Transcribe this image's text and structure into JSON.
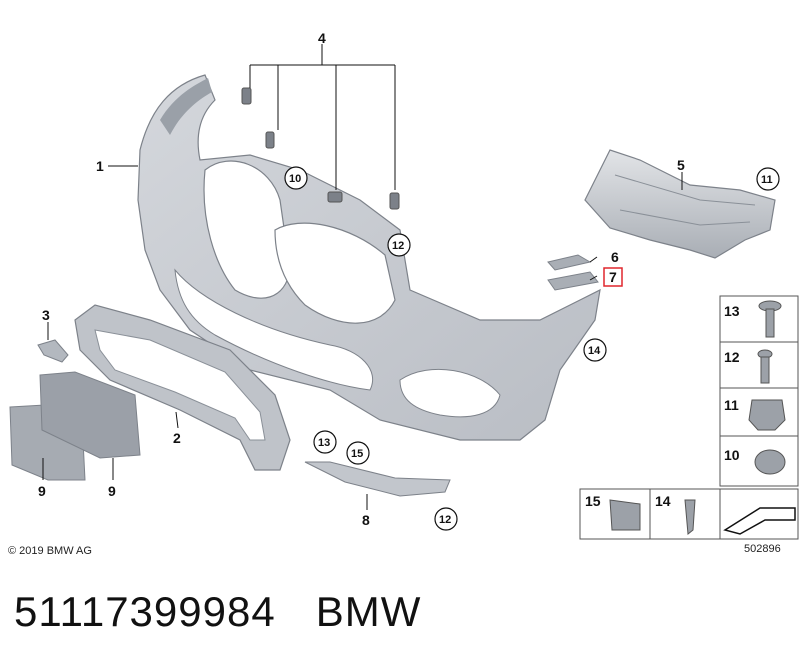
{
  "labels": {
    "bumper": "1",
    "lower_grille": "2",
    "bracket_small": "3",
    "clips": "4",
    "carrier": "5",
    "guide_upper": "6",
    "guide_lower": "7",
    "trim_strip": "8",
    "plate_left": "9",
    "plate_right": "9"
  },
  "circled": {
    "c10": "10",
    "c11": "11",
    "c12_a": "12",
    "c12_b": "12",
    "c13": "13",
    "c14": "14",
    "c15": "15"
  },
  "parts_panel": {
    "row13": "13",
    "row12": "12",
    "row11": "11",
    "row10": "10",
    "bottom15": "15",
    "bottom14": "14"
  },
  "copyright": "© 2019 BMW AG",
  "image_number": "502896",
  "footer": {
    "part_number": "51117399984",
    "brand": "BMW"
  },
  "colors": {
    "part_fill": "#c9cdd3",
    "part_stroke": "#8f949b",
    "highlight": "#e0262d"
  }
}
